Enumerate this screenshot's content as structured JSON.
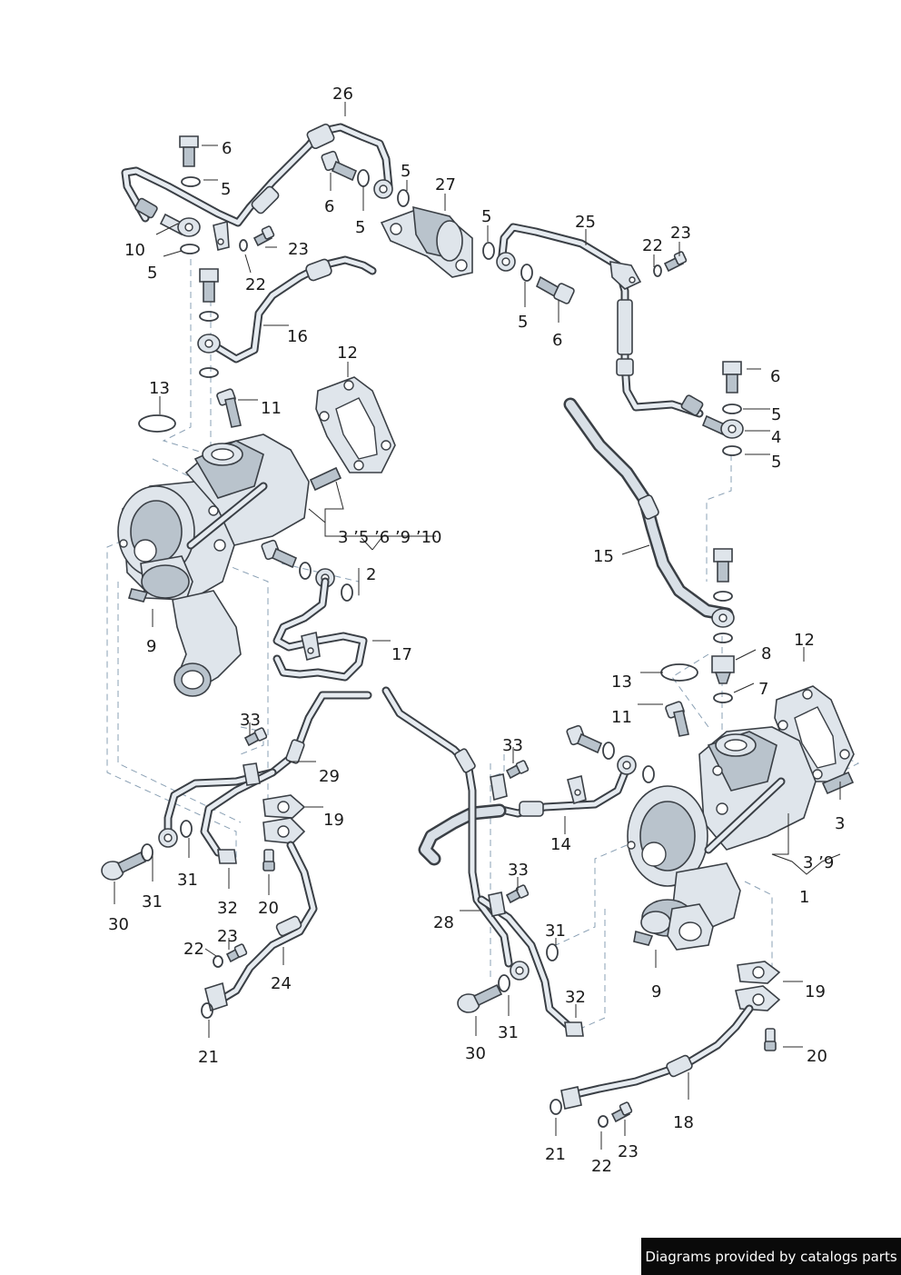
{
  "labels": {
    "l26": "26",
    "l6a": "6",
    "l5a": "5",
    "l10": "10",
    "l5b": "5",
    "l6b": "6",
    "l5c": "5",
    "l5d": "5",
    "l27": "27",
    "l5e": "5",
    "l25": "25",
    "l22a": "22",
    "l23a": "23",
    "l23b": "23",
    "l22b": "22",
    "l5f": "5",
    "l6c": "6",
    "l16": "16",
    "l12a": "12",
    "l13a": "13",
    "l11a": "11",
    "l6d": "6",
    "l5g": "5",
    "l4": "4",
    "l5h": "5",
    "l3grp": "3 ’5 ’6 ’9 ’10",
    "l2": "2",
    "l15": "15",
    "l9a": "9",
    "l17": "17",
    "l12b": "12",
    "l8": "8",
    "l13b": "13",
    "l7": "7",
    "l11b": "11",
    "l33a": "33",
    "l29": "29",
    "l33b": "33",
    "l19a": "19",
    "l3": "3",
    "l14": "14",
    "l39": "3 ’9",
    "l31a": "31",
    "l31b": "31",
    "l32a": "32",
    "l30a": "30",
    "l20a": "20",
    "l33c": "33",
    "l1": "1",
    "l28": "28",
    "l31c": "31",
    "l23c": "23",
    "l22c": "22",
    "l24": "24",
    "l9b": "9",
    "l19b": "19",
    "l32b": "32",
    "l30b": "30",
    "l31d": "31",
    "l20b": "20",
    "l21a": "21",
    "l18": "18",
    "l21b": "21",
    "l23d": "23",
    "l22d": "22"
  },
  "footer": {
    "credit": "Diagrams provided by catalogs parts"
  }
}
